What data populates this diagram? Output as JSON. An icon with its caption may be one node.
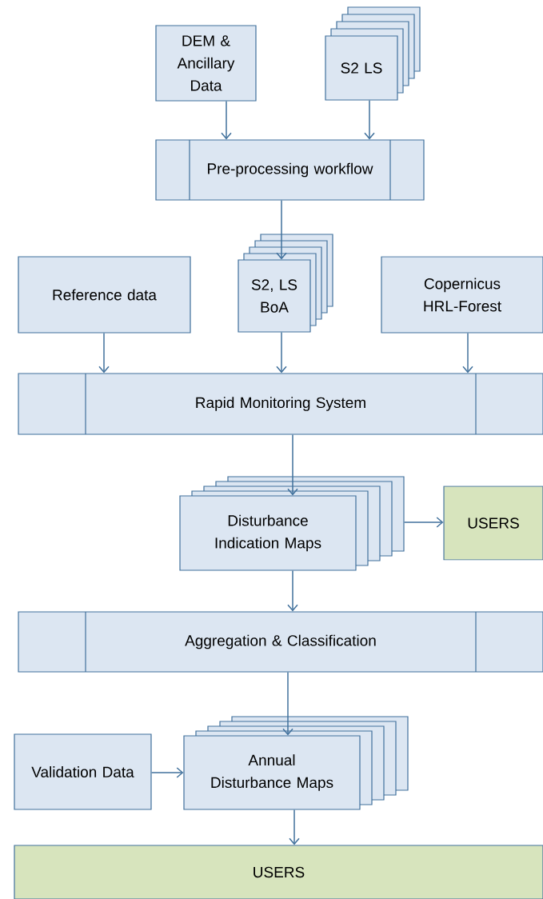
{
  "diagram": {
    "nodes": [
      {
        "text": [
          "DEM & Ancillary Data"
        ]
      },
      {
        "text": [
          "S2 LS"
        ]
      },
      {
        "text": [
          "Pre-processing workflow"
        ]
      },
      {
        "text": [
          "Reference data"
        ]
      },
      {
        "text": [
          "S2, LS BoA"
        ]
      },
      {
        "text": [
          "Copernicus HRL-Forest"
        ]
      },
      {
        "text": [
          "Rapid Monitoring System"
        ]
      },
      {
        "text": [
          "Disturbance Indication Maps"
        ]
      },
      {
        "text": [
          "USERS"
        ]
      },
      {
        "text": [
          "Aggregation & Classification"
        ]
      },
      {
        "text": [
          "Annual Disturbance Maps"
        ]
      },
      {
        "text": [
          "Validation Data"
        ]
      },
      {
        "text": [
          "USERS"
        ]
      }
    ],
    "edges": [
      {
        "from": 0,
        "to": 2,
        "arrow": "to"
      },
      {
        "from": 1,
        "to": 2,
        "arrow": "to"
      },
      {
        "from": 2,
        "to": 4,
        "arrow": "to"
      },
      {
        "from": 3,
        "to": 6,
        "arrow": "to"
      },
      {
        "from": 4,
        "to": 6,
        "arrow": "to"
      },
      {
        "from": 5,
        "to": 6,
        "arrow": "to"
      },
      {
        "from": 6,
        "to": 7,
        "arrow": "to"
      },
      {
        "from": 7,
        "to": 8,
        "arrow": "to"
      },
      {
        "from": 7,
        "to": 9,
        "arrow": "to"
      },
      {
        "from": 9,
        "to": 10,
        "arrow": "to"
      },
      {
        "from": 11,
        "to": 10,
        "arrow": "to"
      },
      {
        "from": 10,
        "to": 12,
        "arrow": "to"
      }
    ]
  }
}
